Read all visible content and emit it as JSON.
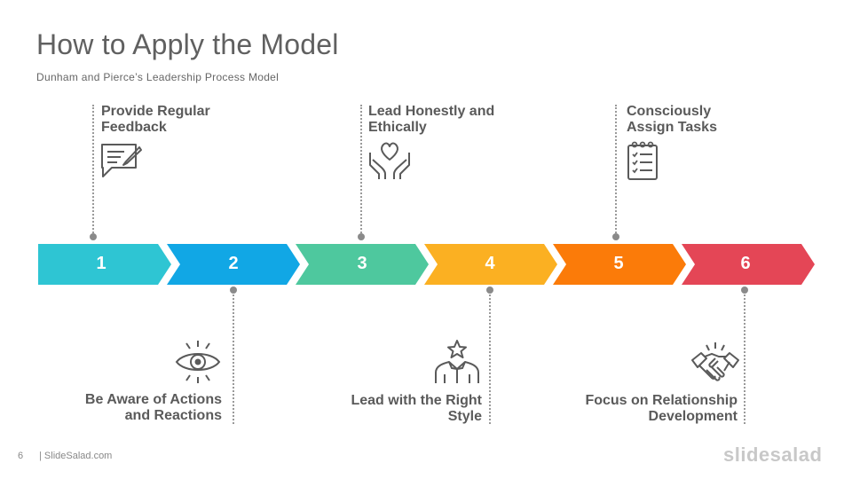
{
  "slide": {
    "title": "How to Apply the Model",
    "subtitle": "Dunham and Pierce’s Leadership Process Model",
    "page_number": "6",
    "footer_brand": "| SlideSalad.com",
    "logo_text": "slidesalad"
  },
  "steps": [
    {
      "number": "1",
      "color": "#2ec5d3",
      "label_line1": "Provide Regular",
      "label_line2": "Feedback",
      "icon": "feedback-chat-icon",
      "position": "top"
    },
    {
      "number": "2",
      "color": "#11a7e5",
      "label_line1": "Be Aware of Actions",
      "label_line2": "and Reactions",
      "icon": "eye-icon",
      "position": "bottom"
    },
    {
      "number": "3",
      "color": "#4ec89e",
      "label_line1": "Lead Honestly and",
      "label_line2": "Ethically",
      "icon": "heart-hands-icon",
      "position": "top"
    },
    {
      "number": "4",
      "color": "#fbb022",
      "label_line1": "Lead with the Right",
      "label_line2": "Style",
      "icon": "leader-star-icon",
      "position": "bottom"
    },
    {
      "number": "5",
      "color": "#fb7b09",
      "label_line1": "Consciously",
      "label_line2": "Assign Tasks",
      "icon": "checklist-icon",
      "position": "top"
    },
    {
      "number": "6",
      "color": "#e44656",
      "label_line1": "Focus on Relationship",
      "label_line2": "Development",
      "icon": "handshake-icon",
      "position": "bottom"
    }
  ]
}
